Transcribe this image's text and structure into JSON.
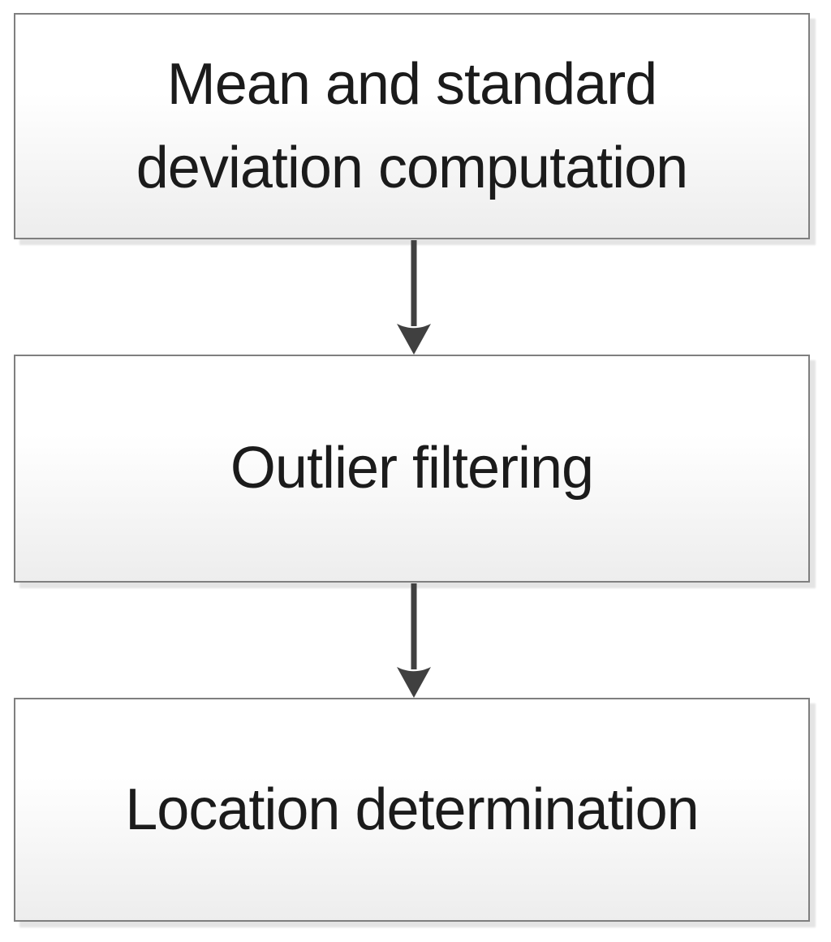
{
  "diagram": {
    "type": "flowchart",
    "direction": "top-down",
    "nodes": [
      {
        "id": "step-1",
        "label": "Mean and standard deviation computation"
      },
      {
        "id": "step-2",
        "label": "Outlier filtering"
      },
      {
        "id": "step-3",
        "label": "Location determination"
      }
    ],
    "edges": [
      {
        "from": "step-1",
        "to": "step-2",
        "style": "arrow-down"
      },
      {
        "from": "step-2",
        "to": "step-3",
        "style": "arrow-down"
      }
    ]
  },
  "colors": {
    "background": "#ffffff",
    "box_border": "#7f7f7f",
    "box_fill_top": "#ffffff",
    "box_fill_bottom": "#ededed",
    "box_shadow": "#e4e4e4",
    "arrow": "#404040",
    "text": "#1b1b1b"
  }
}
